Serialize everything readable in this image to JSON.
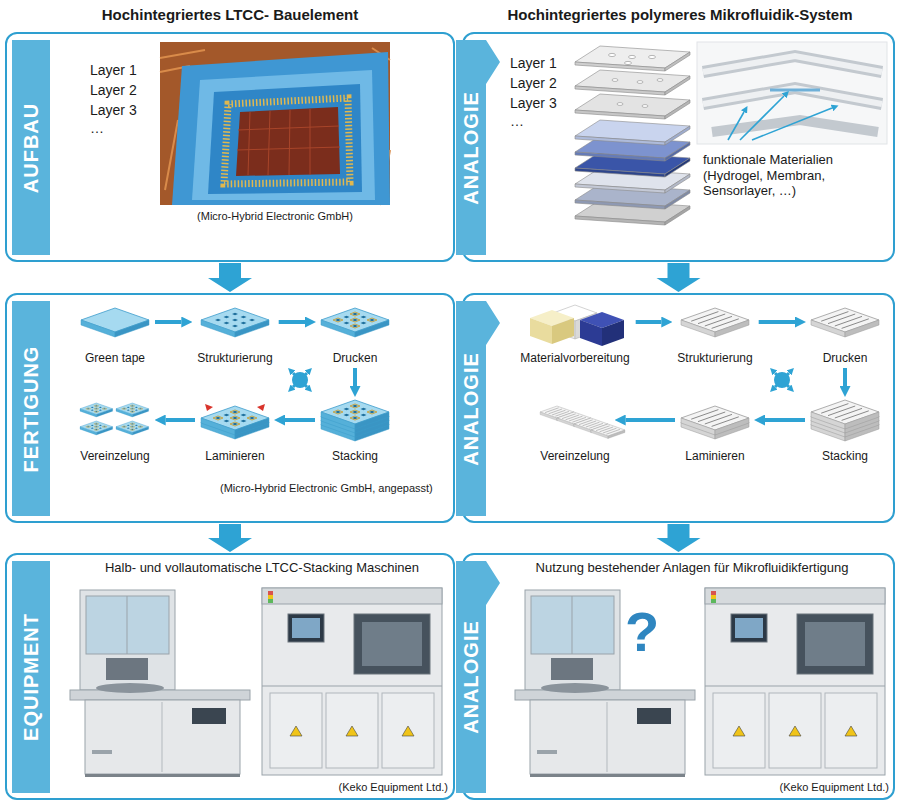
{
  "diagram": {
    "nodes": [
      {
        "text": [
          "Layer 1",
          "Layer 2",
          "Layer 3",
          "…",
          "(Micro-Hybrid Electronic GmbH)"
        ]
      },
      {
        "text": [
          "AUFBAU"
        ],
        "in": 0
      },
      {
        "text": [
          "Layer 1",
          "Layer 2",
          "Layer 3",
          "…",
          "funktionale Materialien (Hydrogel, Membran, Sensorlayer, …)"
        ]
      },
      {
        "text": [
          "ANALOGIE"
        ],
        "in": 2
      },
      {
        "text": [
          "(Micro-Hybrid Electronic GmbH, angepasst)"
        ]
      },
      {
        "text": [
          "FERTIGUNG"
        ],
        "in": 4
      },
      {
        "text": [
          "Green tape"
        ],
        "in": 4
      },
      {
        "text": [
          "Strukturierung"
        ],
        "in": 4
      },
      {
        "text": [
          "Drucken"
        ],
        "in": 4
      },
      {
        "text": [
          "Stacking"
        ],
        "in": 4
      },
      {
        "text": [
          "Laminieren"
        ],
        "in": 4
      },
      {
        "text": [
          "Vereinzelung"
        ],
        "in": 4
      },
      {
        "text": []
      },
      {
        "text": [
          "ANALOGIE"
        ],
        "in": 12
      },
      {
        "text": [
          "Materialvorbereitung"
        ],
        "in": 12
      },
      {
        "text": [
          "Strukturierung"
        ],
        "in": 12
      },
      {
        "text": [
          "Drucken"
        ],
        "in": 12
      },
      {
        "text": [
          "Stacking"
        ],
        "in": 12
      },
      {
        "text": [
          "Laminieren"
        ],
        "in": 12
      },
      {
        "text": [
          "Vereinzelung"
        ],
        "in": 12
      },
      {
        "text": [
          "Halb- und vollautomatische LTCC-Stacking Maschinen",
          "(Keko Equipment Ltd.)"
        ]
      },
      {
        "text": [
          "EQUIPMENT"
        ],
        "in": 20
      },
      {
        "text": [
          "Nutzung bestehender Anlagen für Mikrofluidikfertigung",
          "?",
          "(Keko Equipment Ltd.)"
        ]
      },
      {
        "text": [
          "ANALOGIE"
        ],
        "in": 22
      }
    ],
    "edges": [
      {
        "from": 0,
        "to": 4,
        "arrow": "to"
      },
      {
        "from": 4,
        "to": 20,
        "arrow": "to"
      },
      {
        "from": 2,
        "to": 12,
        "arrow": "to"
      },
      {
        "from": 12,
        "to": 22,
        "arrow": "to"
      },
      {
        "from": 6,
        "to": 7,
        "arrow": "to"
      },
      {
        "from": 7,
        "to": 8,
        "arrow": "to"
      },
      {
        "from": 8,
        "to": 9,
        "arrow": "to"
      },
      {
        "from": 9,
        "to": 10,
        "arrow": "to"
      },
      {
        "from": 10,
        "to": 11,
        "arrow": "to"
      },
      {
        "from": 14,
        "to": 15,
        "arrow": "to"
      },
      {
        "from": 15,
        "to": 16,
        "arrow": "to"
      },
      {
        "from": 16,
        "to": 17,
        "arrow": "to"
      },
      {
        "from": 17,
        "to": 18,
        "arrow": "to"
      },
      {
        "from": 18,
        "to": 19,
        "arrow": "to"
      }
    ],
    "labels": [
      "Hochintegriertes LTCC- Bauelement",
      "Hochintegriertes polymeres Mikrofluidik-System"
    ]
  }
}
